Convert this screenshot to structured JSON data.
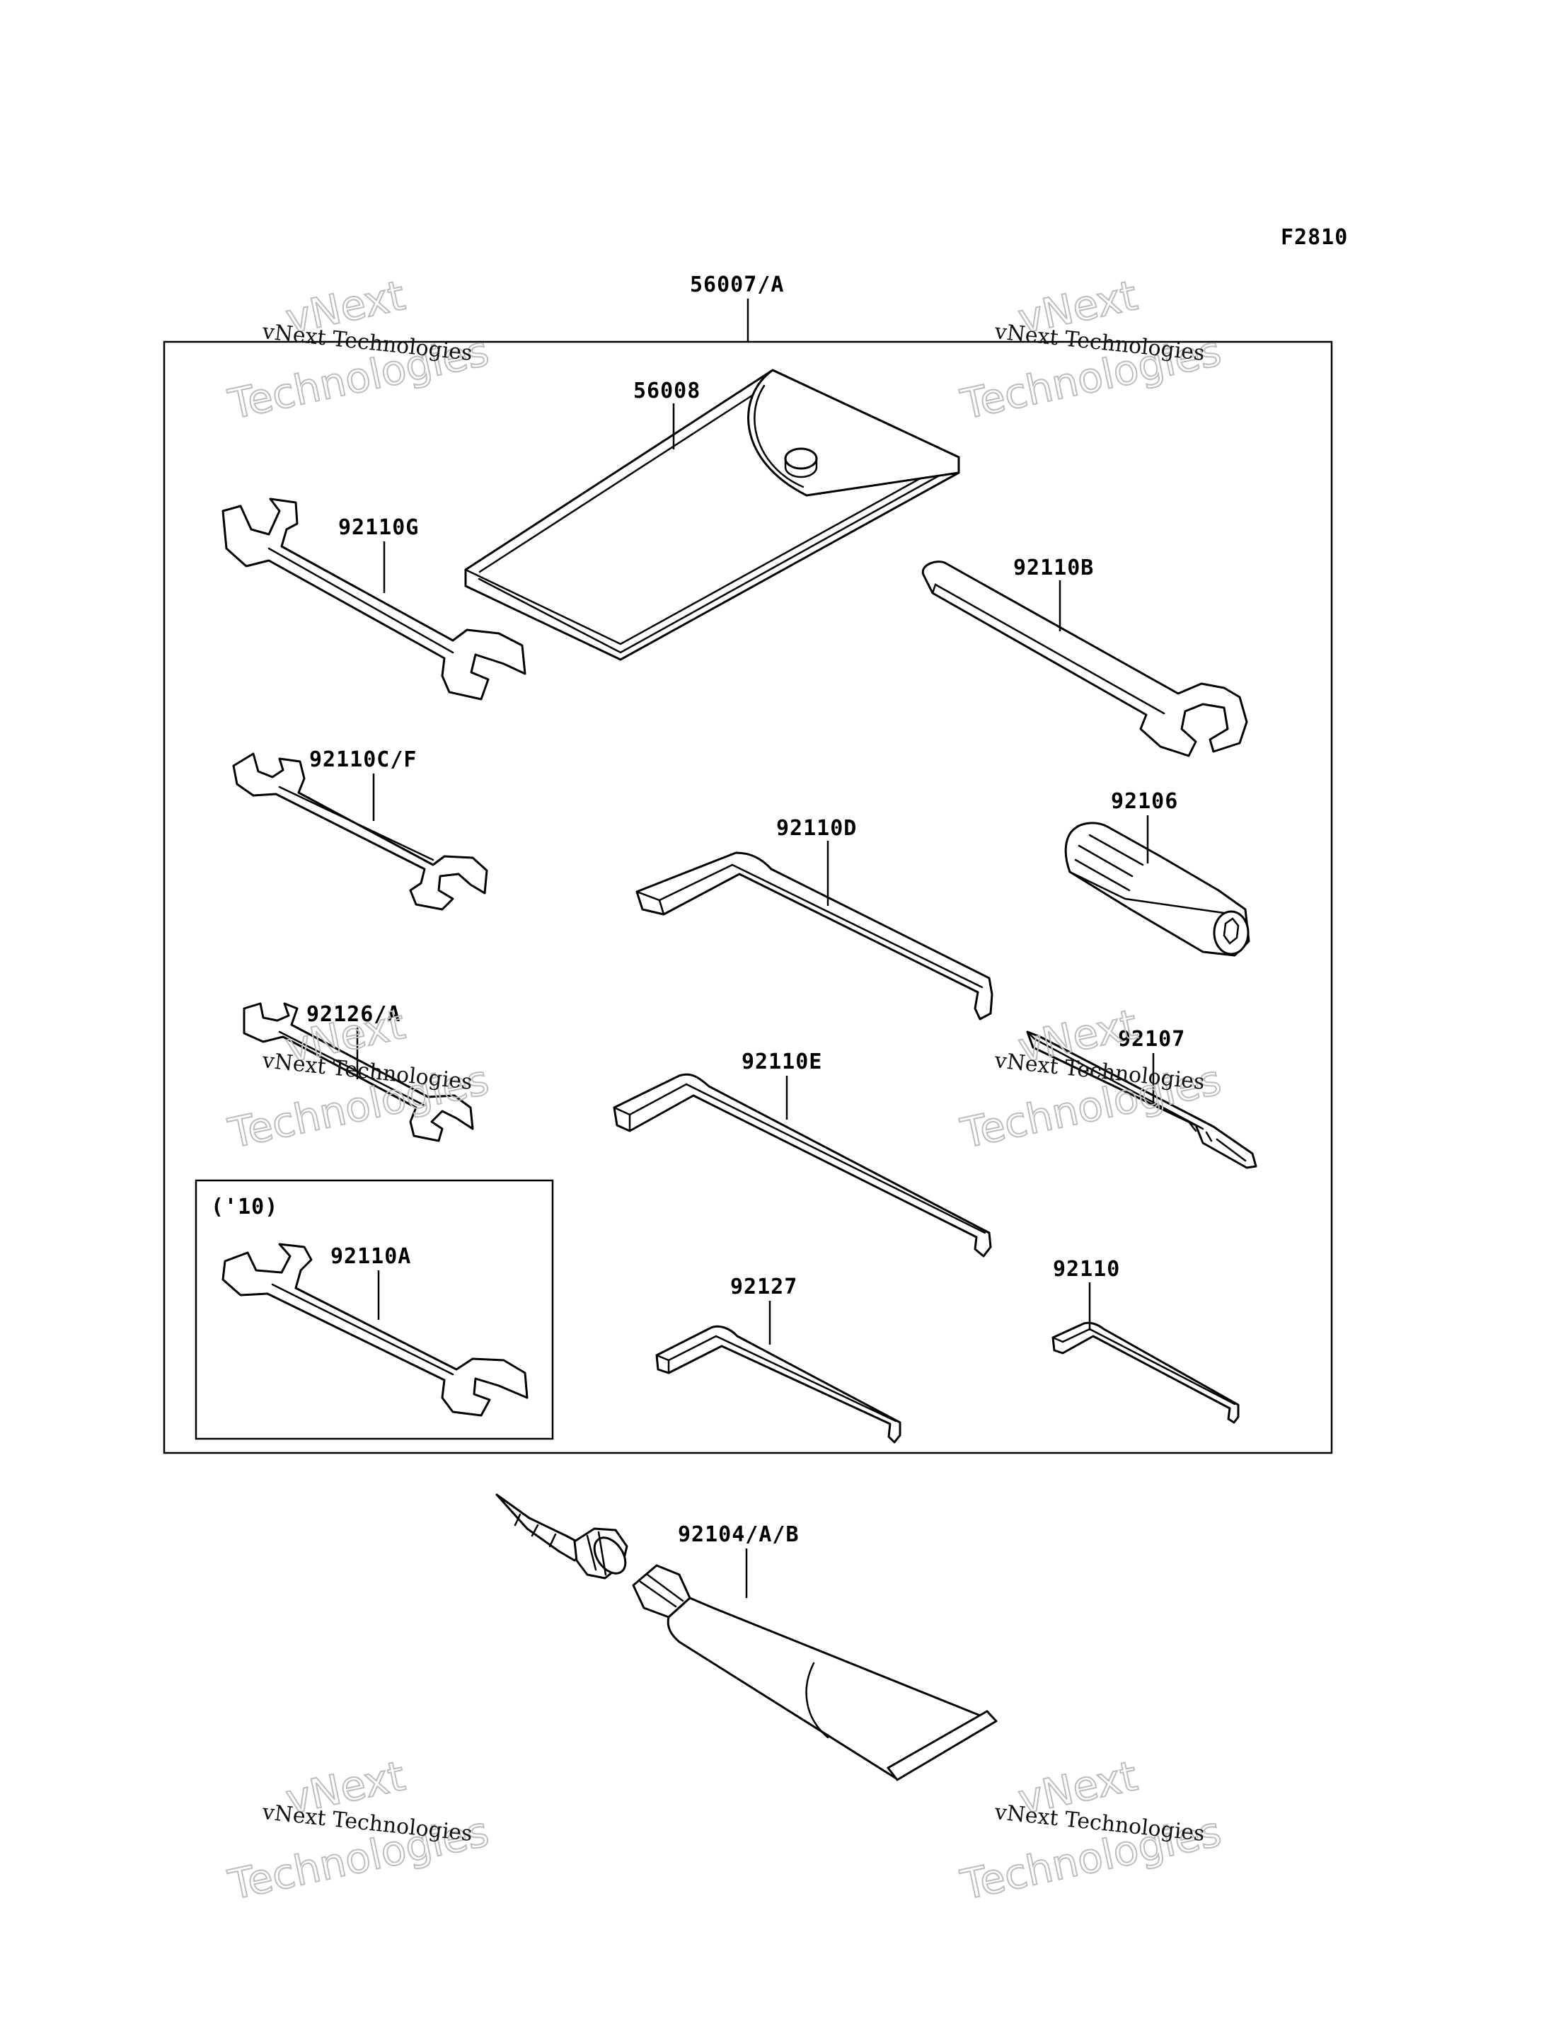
{
  "figure_id": "F2810",
  "kit": {
    "part_number": "56007/A"
  },
  "subframe": {
    "note": "('10)"
  },
  "parts": [
    {
      "part_number": "56008",
      "name": "tool-bag"
    },
    {
      "part_number": "92110G",
      "name": "open-end-wrench"
    },
    {
      "part_number": "92110B",
      "name": "open-end-wrench"
    },
    {
      "part_number": "92110C/F",
      "name": "open-end-wrench"
    },
    {
      "part_number": "92110D",
      "name": "hex-key"
    },
    {
      "part_number": "92106",
      "name": "screwdriver-handle"
    },
    {
      "part_number": "92126/A",
      "name": "open-end-wrench"
    },
    {
      "part_number": "92110E",
      "name": "hex-key"
    },
    {
      "part_number": "92107",
      "name": "screwdriver-bit"
    },
    {
      "part_number": "92110A",
      "name": "open-end-wrench"
    },
    {
      "part_number": "92127",
      "name": "hex-key"
    },
    {
      "part_number": "92110",
      "name": "hex-key"
    },
    {
      "part_number": "92104/A/B",
      "name": "tube"
    }
  ],
  "watermark": {
    "line1": "vNext",
    "line2": "Technologies",
    "small": "vNext Technologies"
  }
}
